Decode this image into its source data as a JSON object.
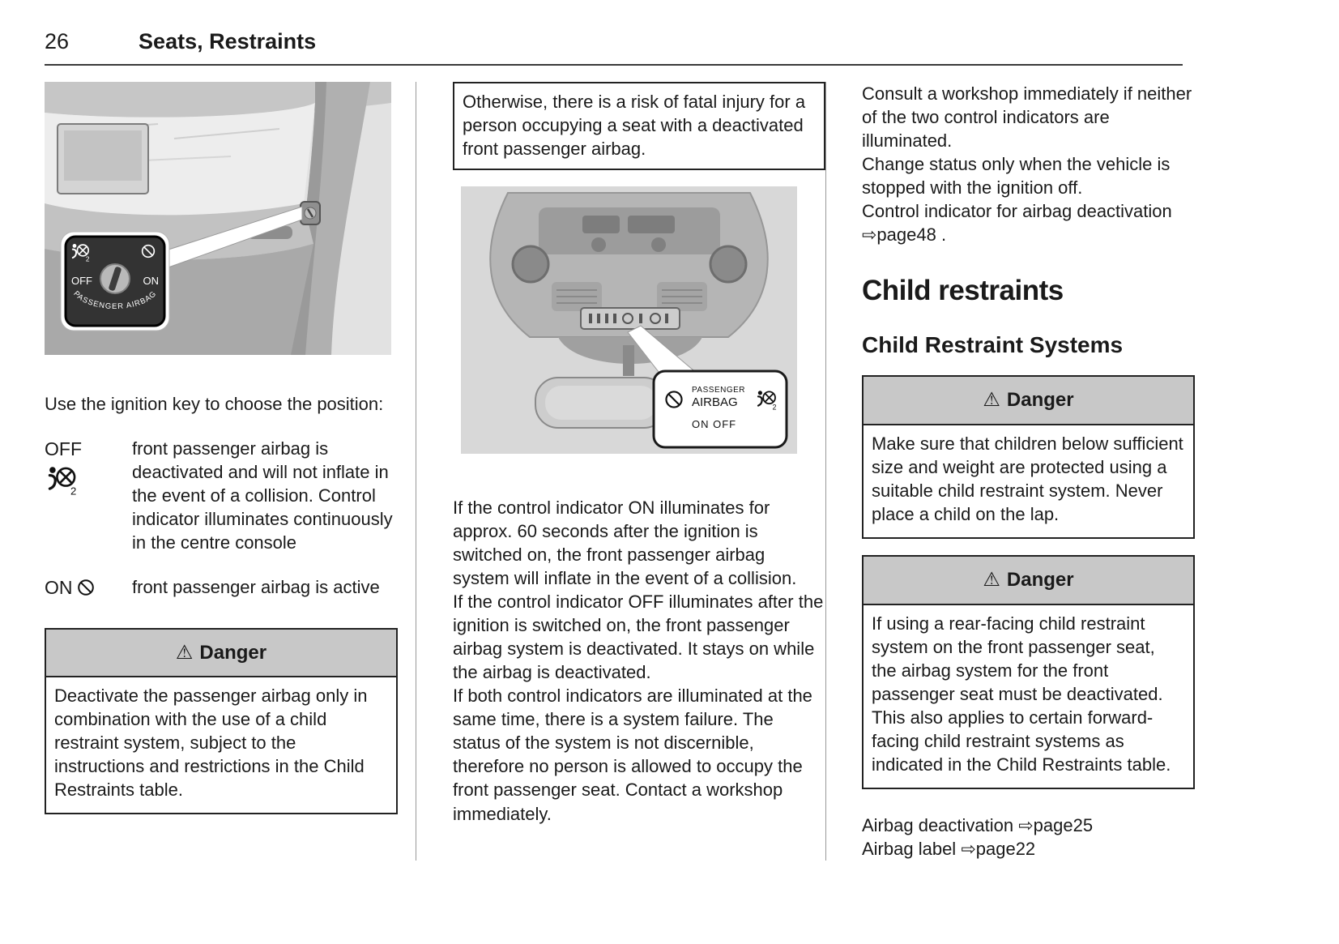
{
  "icons": {
    "warning": "⚠",
    "airbag_sub": "2"
  },
  "header": {
    "page_number": "26",
    "title": "Seats, Restraints"
  },
  "col1": {
    "illustration": {
      "off": "OFF",
      "on": "ON",
      "label": "PASSENGER AIRBAG"
    },
    "intro": "Use the ignition key to choose the position:",
    "positions": [
      {
        "term": "OFF",
        "desc": "front passenger airbag is deactivated and will not inflate in the event of a collision. Control indicator illuminates continuously in the centre console"
      },
      {
        "term": "ON",
        "desc": "front passenger airbag is active"
      }
    ],
    "danger": {
      "title": "Danger",
      "body": "Deactivate the passenger airbag only in combination with the use of a child restraint system, subject to the instructions and restrictions in the Child Restraints table."
    }
  },
  "col2": {
    "note": "Otherwise, there is a risk of fatal injury for a person occupying a seat with a deactivated front passenger airbag.",
    "illustration": {
      "label_line1": "PASSENGER",
      "label_line2": "AIRBAG",
      "states": "ON  OFF"
    },
    "paragraphs": [
      "If the control indicator ON illuminates for approx. 60 seconds after the ignition is switched on, the front passenger airbag system will inflate in the event of a collision.",
      "If the control indicator OFF illuminates after the ignition is switched on, the front passenger airbag system is deactivated. It stays on while the airbag is deactivated.",
      "If both control indicators are illuminated at the same time, there is a system failure. The status of the system is not discernible, therefore no person is allowed to occupy the front passenger seat. Contact a workshop immediately."
    ]
  },
  "col3": {
    "paragraphs": [
      "Consult a workshop immediately if neither of the two control indicators are illuminated.",
      "Change status only when the vehicle is stopped with the ignition off."
    ],
    "indicator_ref_text": "Control indicator for airbag deactivation ",
    "indicator_ref_link": "⇨page48",
    "indicator_ref_tail": " .",
    "heading": "Child restraints",
    "subheading": "Child Restraint Systems",
    "danger1": {
      "title": "Danger",
      "body": "Make sure that children below sufficient size and weight are protected using a suitable child restraint system. Never place a child on the lap."
    },
    "danger2": {
      "title": "Danger",
      "body": "If using a rear-facing child restraint system on the front passenger seat, the airbag system for the front passenger seat must be deactivated. This also applies to certain forward-facing child restraint systems as indicated in the Child Restraints table."
    },
    "refs": [
      {
        "text": "Airbag deactivation ",
        "link": "⇨page25"
      },
      {
        "text": "Airbag label ",
        "link": "⇨page22"
      }
    ]
  }
}
